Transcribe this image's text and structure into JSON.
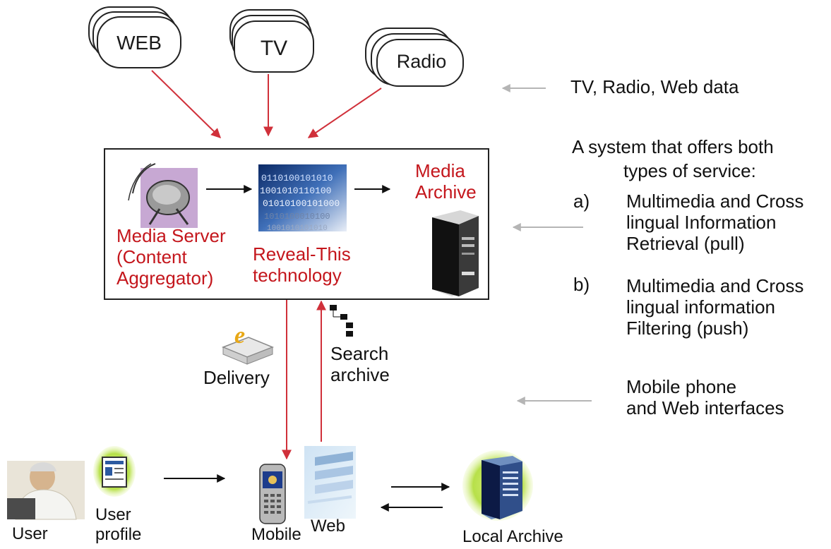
{
  "sources": {
    "web": "WEB",
    "tv": "TV",
    "radio": "Radio"
  },
  "system": {
    "media_server": [
      "Media Server",
      "(Content",
      "Aggregator)"
    ],
    "reveal": [
      "Reveal-This",
      "technology"
    ],
    "archive": [
      "Media",
      "Archive"
    ]
  },
  "links": {
    "delivery": "Delivery",
    "search": [
      "Search",
      "archive"
    ]
  },
  "bottom": {
    "user": "User",
    "user_profile": [
      "User",
      "profile"
    ],
    "mobile": "Mobile",
    "web": "Web",
    "local_archive": "Local Archive"
  },
  "notes": {
    "sources_note": "TV, Radio, Web data",
    "system_intro": [
      "A system that offers both",
      "types of service:"
    ],
    "service_a": {
      "marker": "a)",
      "lines": [
        "Multimedia and Cross",
        "lingual Information",
        "Retrieval (pull)"
      ]
    },
    "service_b": {
      "marker": "b)",
      "lines": [
        "Multimedia and Cross",
        "lingual information",
        "Filtering (push)"
      ]
    },
    "interfaces": [
      "Mobile phone",
      "and Web interfaces"
    ]
  },
  "colors": {
    "accent_red": "#c4161c",
    "arrow_red": "#d0303a",
    "note_arrow_gray": "#b5b5b5"
  }
}
